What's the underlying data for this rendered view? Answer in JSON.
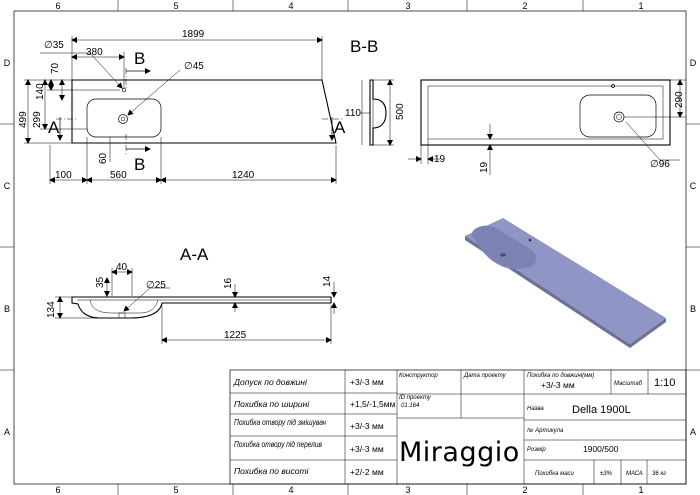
{
  "frame": {
    "columns": [
      "6",
      "5",
      "4",
      "3",
      "2",
      "1"
    ],
    "rows": [
      "D",
      "C",
      "B",
      "A"
    ]
  },
  "view_top": {
    "dims": {
      "d35": "∅35",
      "d380": "380",
      "d1899": "1899",
      "d45": "∅45",
      "d70": "70",
      "d140": "140",
      "d499": "499",
      "d299": "299",
      "d60": "60",
      "d100": "100",
      "d560": "560",
      "d1240": "1240"
    },
    "section_b": "B",
    "section_a": "A"
  },
  "view_bb": {
    "title": "B-B",
    "dims": {
      "d110": "110",
      "d500": "500",
      "d19a": "19",
      "d19b": "19",
      "d290": "290",
      "d96": "∅96"
    }
  },
  "view_aa": {
    "title": "A-A",
    "dims": {
      "d35": "35",
      "d40": "40",
      "d25": "∅25",
      "d16": "16",
      "d14": "14",
      "d134": "134",
      "d1225": "1225"
    }
  },
  "colors": {
    "basin_top": "#8f95c4",
    "basin_edge": "#6d7196",
    "basin_bowl": "#7c82b3"
  },
  "title_block": {
    "rows": [
      {
        "label": "Допуск по довжині",
        "value": "+3/-3 мм"
      },
      {
        "label": "Похибка по ширині",
        "value": "+1,5/-1,5мм"
      },
      {
        "label": "Похибка отвору під змішувач",
        "value": "+3/-3 мм"
      },
      {
        "label": "Похибка отвору під перелив",
        "value": "+3/-3 мм"
      },
      {
        "label": "Похибка по висоті",
        "value": "+2/-2 мм"
      }
    ],
    "constructor_label": "Конструктор",
    "date_label": "Дата проекту",
    "project_id_label": "ID проекту",
    "project_id": "01.164",
    "length_err_label": "Похибка по довжині(мм)",
    "length_err_value": "+3/-3 мм",
    "scale_label": "Масштаб",
    "scale_value": "1:10",
    "name_label": "Назва",
    "name_value": "Della 1900L",
    "article_label": "№ Артикула",
    "size_label": "Розмір",
    "size_value": "1900/500",
    "mass_err_label": "Похибка маси",
    "mass_err_value": "±3%",
    "mass_label": "МАСА",
    "mass_value": "36 кг",
    "logo": "Miraggio"
  }
}
